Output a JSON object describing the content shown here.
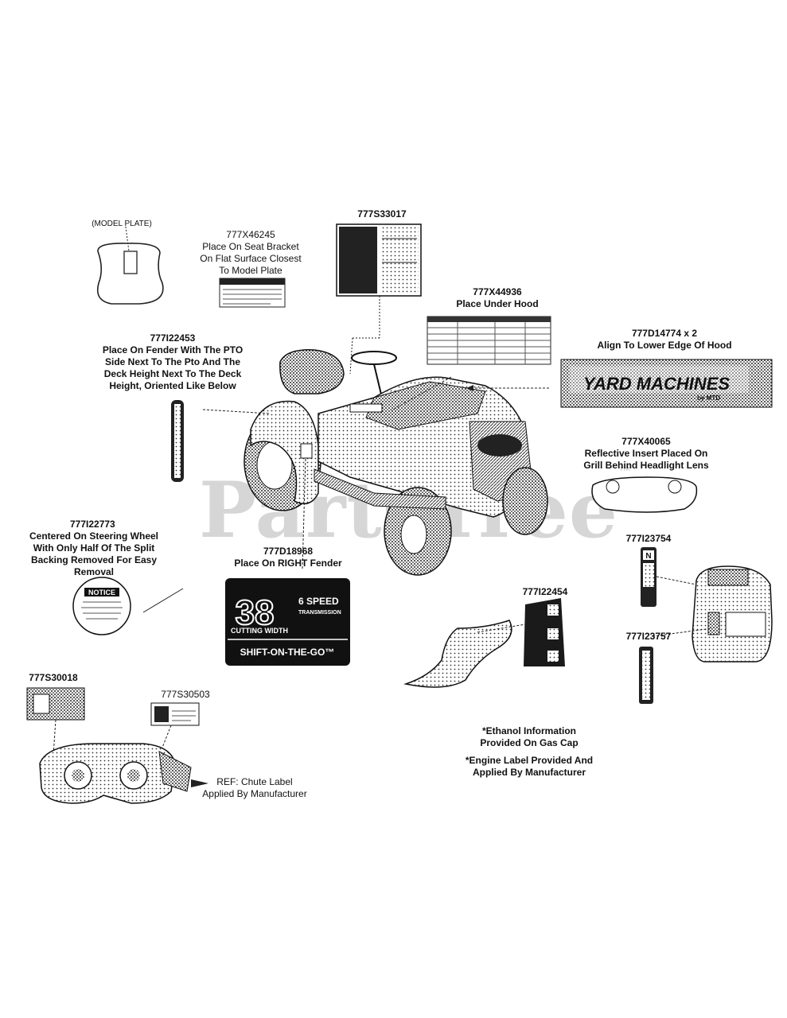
{
  "watermark": {
    "brand": "PartsTree",
    "trademark": "™"
  },
  "model_plate": {
    "tag": "(MODEL PLATE)"
  },
  "callouts": [
    {
      "id": "c1",
      "part": "777X46245",
      "lines": [
        "Place On Seat Bracket",
        "On Flat Surface Closest",
        "To Model Plate"
      ]
    },
    {
      "id": "c2",
      "part": "777S33017",
      "lines": []
    },
    {
      "id": "c3",
      "part": "777X44936",
      "lines": [
        "Place Under Hood"
      ]
    },
    {
      "id": "c4",
      "part": "777D14774 x 2",
      "lines": [
        "Align To Lower Edge Of Hood"
      ]
    },
    {
      "id": "c5",
      "part": "777I22453",
      "lines": [
        "Place On Fender With The PTO",
        "Side Next To The Pto And The",
        "Deck Height Next To The Deck",
        "Height, Oriented Like Below"
      ]
    },
    {
      "id": "c6",
      "part": "777X40065",
      "lines": [
        "Reflective Insert Placed On",
        "Grill Behind Headlight Lens"
      ]
    },
    {
      "id": "c7",
      "part": "777I22773",
      "lines": [
        "Centered On Steering Wheel",
        "With Only Half Of The Split",
        "Backing Removed For Easy",
        "Removal"
      ]
    },
    {
      "id": "c8",
      "part": "777D18968",
      "lines": [
        "Place On RIGHT Fender"
      ]
    },
    {
      "id": "c9",
      "part": "777I23754",
      "lines": []
    },
    {
      "id": "c10",
      "part": "777I22454",
      "lines": []
    },
    {
      "id": "c11",
      "part": "777I23757",
      "lines": []
    },
    {
      "id": "c12",
      "part": "777S30018",
      "lines": []
    },
    {
      "id": "c13",
      "part": "777S30503",
      "lines": []
    }
  ],
  "chute_ref": {
    "lines": [
      "REF: Chute Label",
      "Applied By Manufacturer"
    ]
  },
  "notes": [
    "*Ethanol Information",
    "Provided On Gas Cap",
    "*Engine Label Provided And",
    "Applied By Manufacturer"
  ],
  "decals": {
    "yard_machines": {
      "brand": "YARD MACHINES",
      "by": "by MTD"
    },
    "deck_38": {
      "size": "38",
      "speed": "6 SPEED",
      "transmission": "TRANSMISSION",
      "cutting": "CUTTING WIDTH",
      "shift": "SHIFT-ON-THE-GO™"
    },
    "notice": {
      "title": "NOTICE"
    },
    "gear": {
      "letter": "N"
    }
  }
}
